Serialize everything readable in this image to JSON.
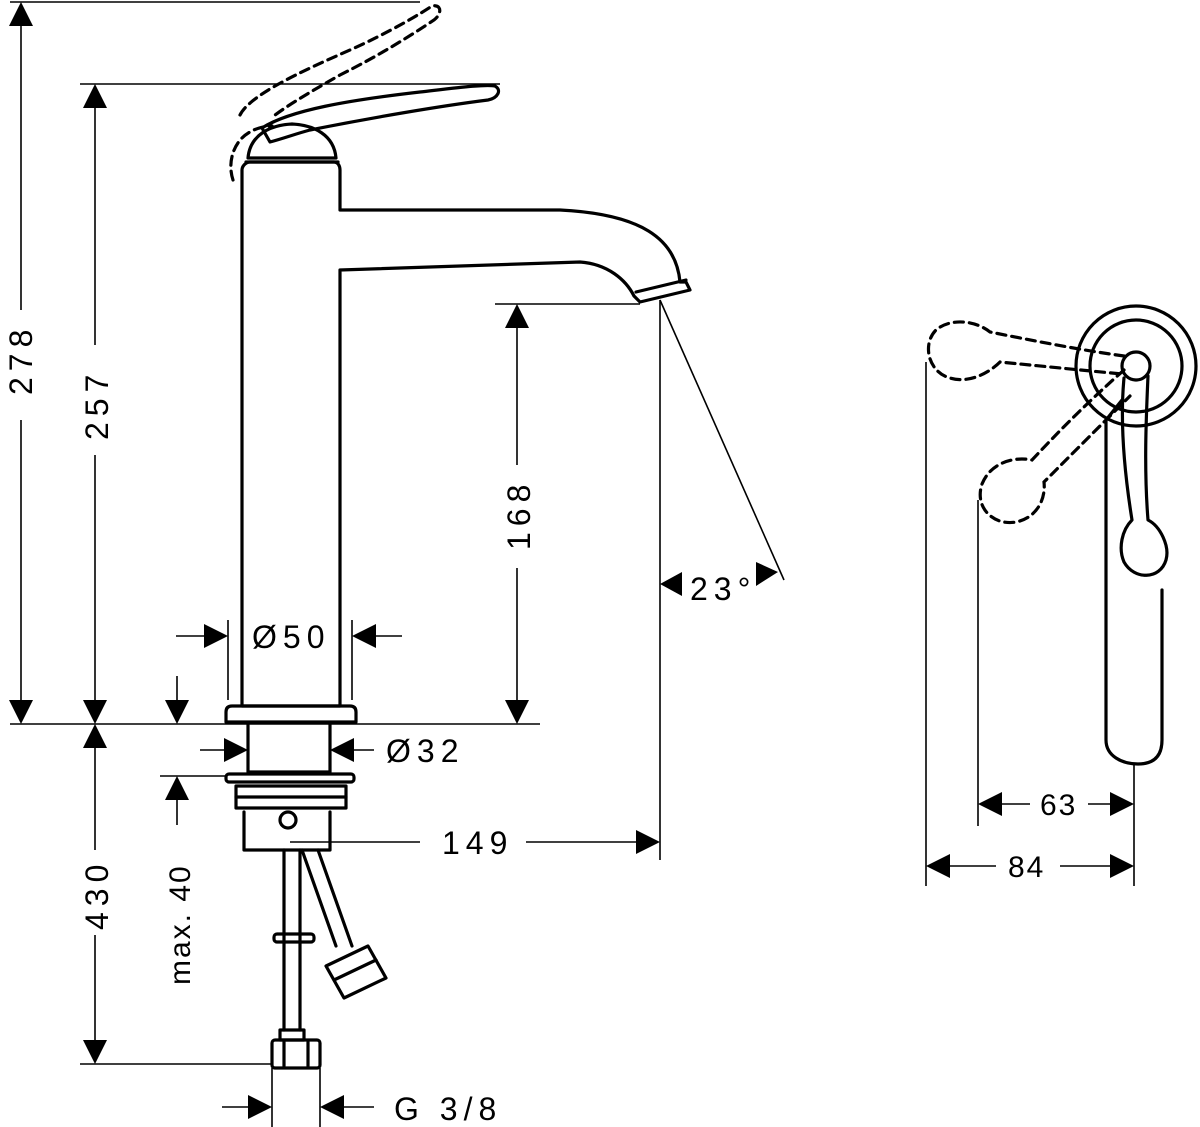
{
  "dimensions": {
    "total_height_lever_raised": "278",
    "total_height": "257",
    "spout_height": "168",
    "spout_angle": "23°",
    "body_diameter": "Ø50",
    "shank_diameter": "Ø32",
    "projection": "149",
    "max_deck_thickness": "max. 40",
    "hose_length": "430",
    "connection_thread": "G 3/8",
    "lever_offset_1": "63",
    "lever_offset_2": "84"
  }
}
